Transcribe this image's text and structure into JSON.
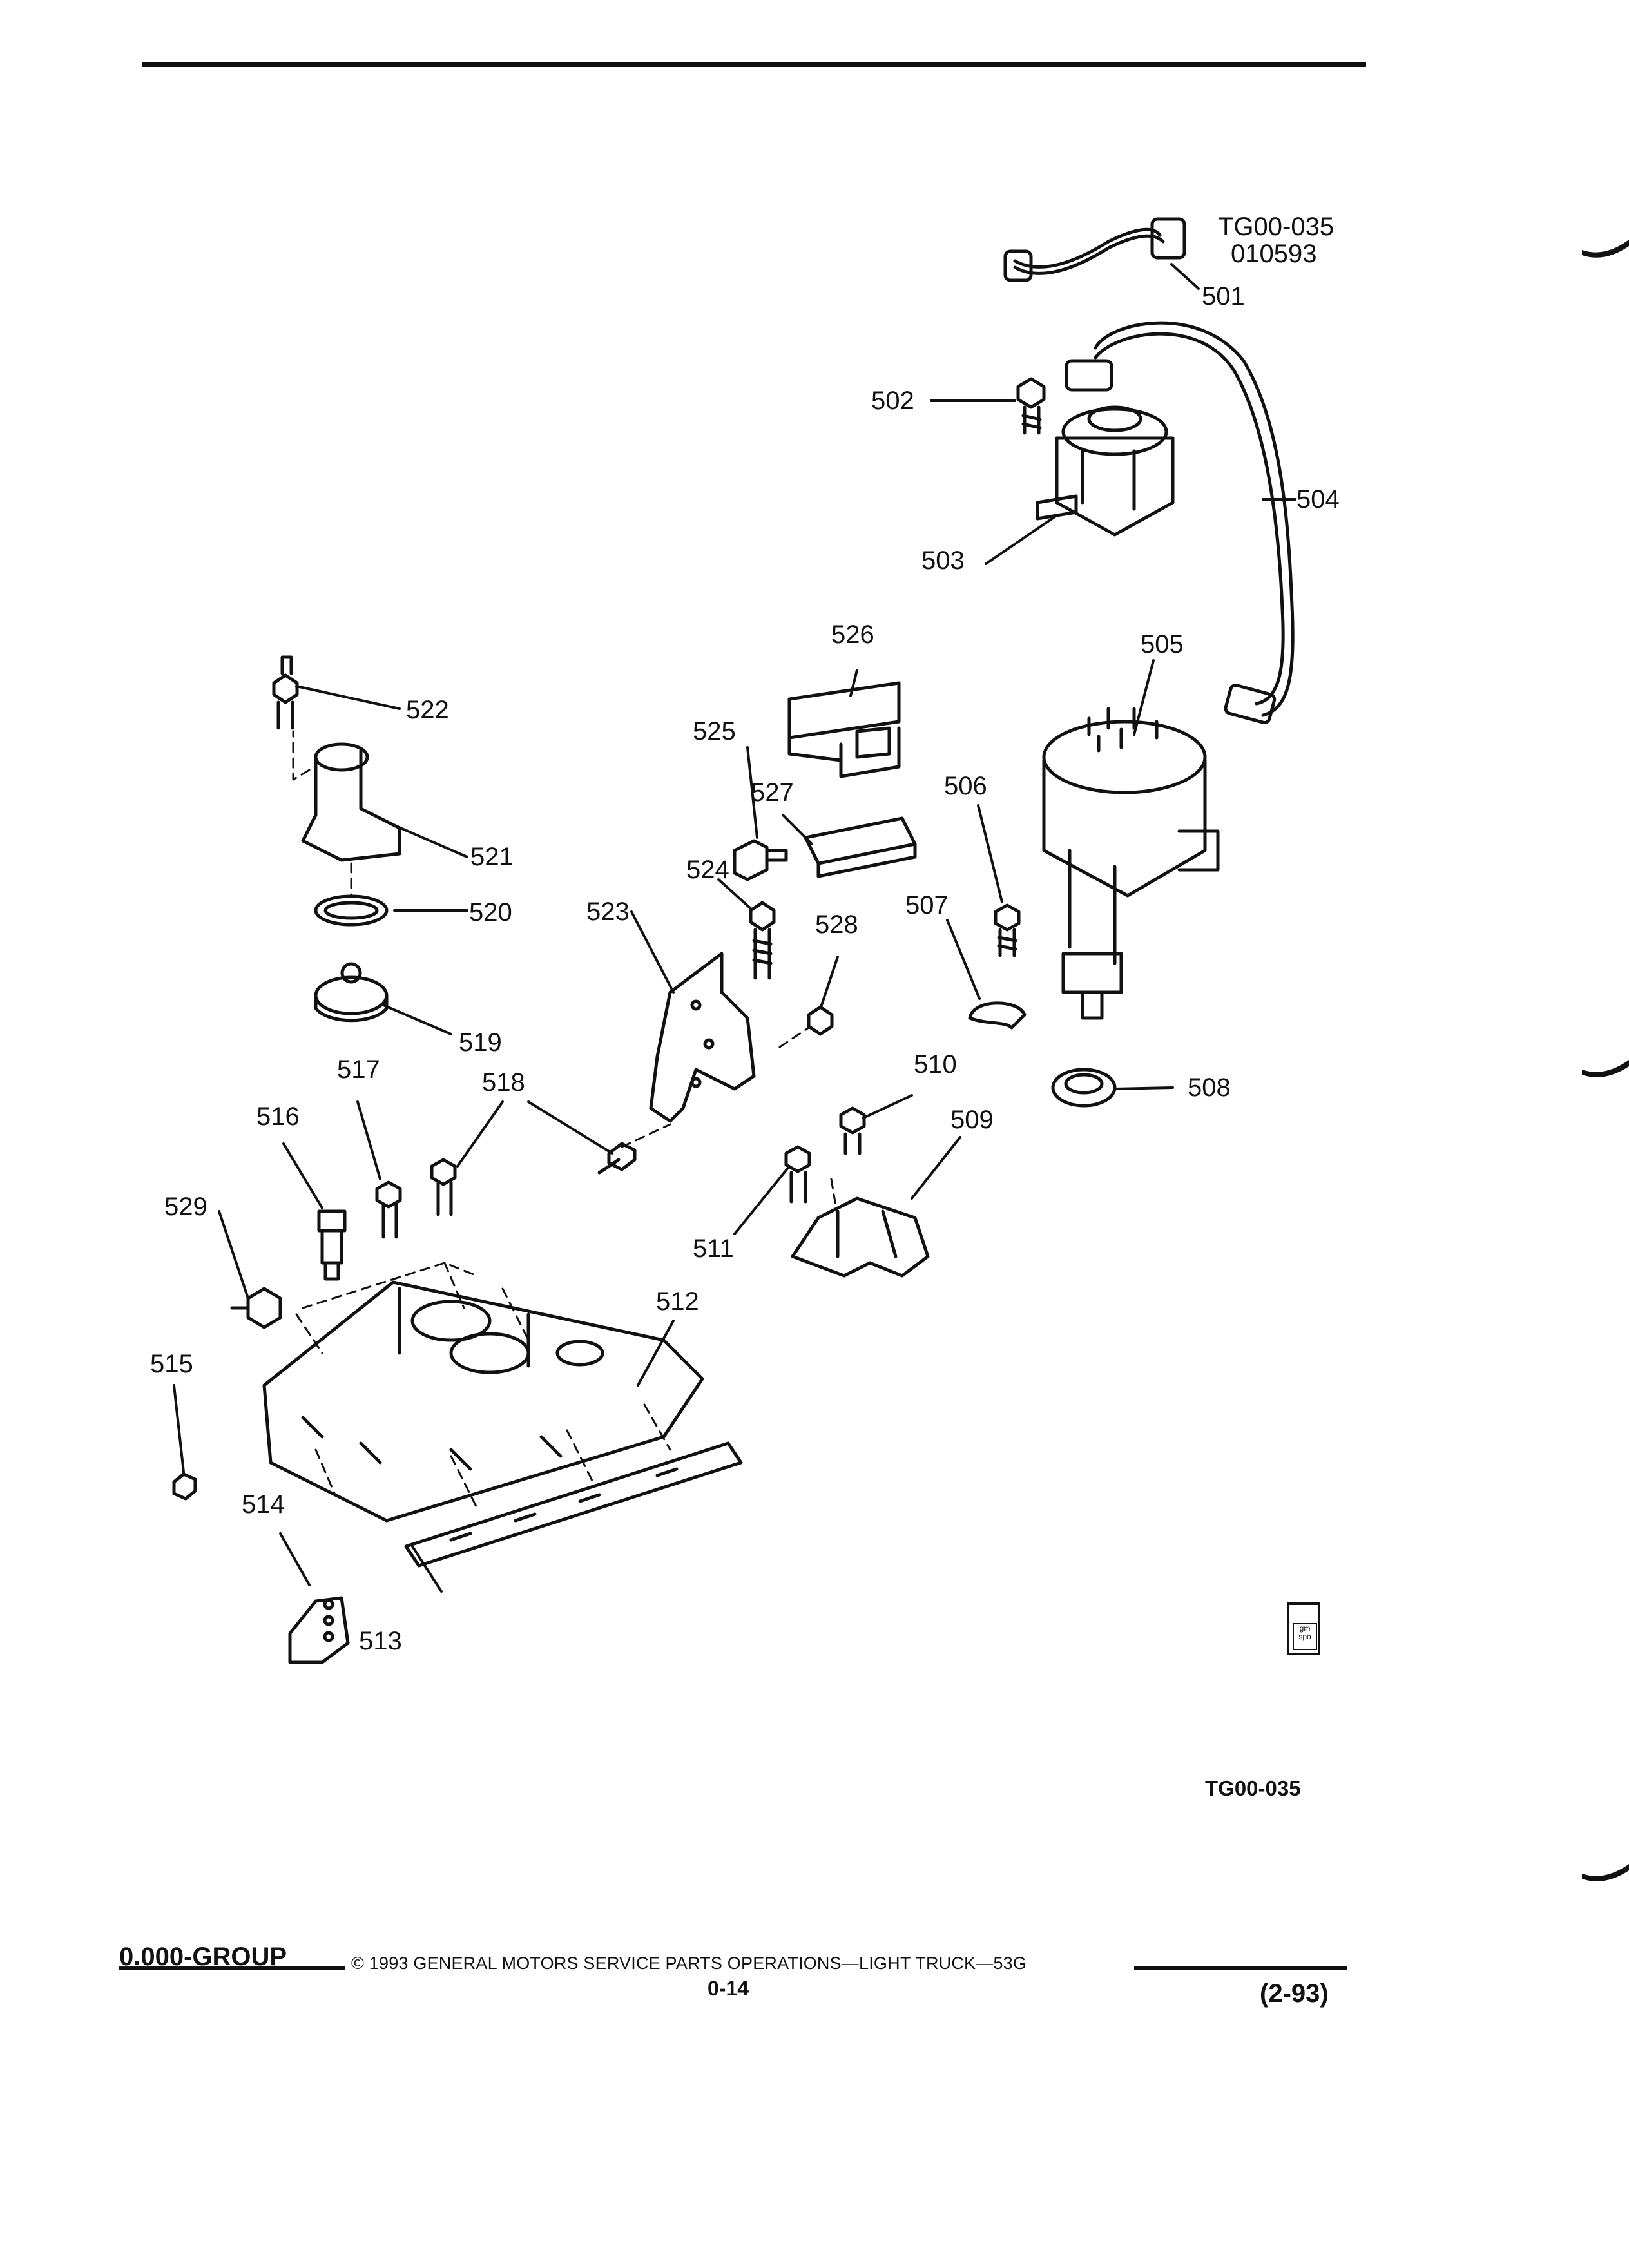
{
  "header": {
    "rule": true
  },
  "diagram": {
    "reference_code": "TG00-035",
    "reference_date": "010593",
    "reference_code_bottom": "TG00-035",
    "callouts": [
      {
        "id": "501",
        "text": "501"
      },
      {
        "id": "502",
        "text": "502"
      },
      {
        "id": "503",
        "text": "503"
      },
      {
        "id": "504",
        "text": "504"
      },
      {
        "id": "505",
        "text": "505"
      },
      {
        "id": "506",
        "text": "506"
      },
      {
        "id": "507",
        "text": "507"
      },
      {
        "id": "508",
        "text": "508"
      },
      {
        "id": "509",
        "text": "509"
      },
      {
        "id": "510",
        "text": "510"
      },
      {
        "id": "511",
        "text": "511"
      },
      {
        "id": "512",
        "text": "512"
      },
      {
        "id": "513",
        "text": "513"
      },
      {
        "id": "514",
        "text": "514"
      },
      {
        "id": "515",
        "text": "515"
      },
      {
        "id": "516",
        "text": "516"
      },
      {
        "id": "517",
        "text": "517"
      },
      {
        "id": "518",
        "text": "518"
      },
      {
        "id": "519",
        "text": "519"
      },
      {
        "id": "520",
        "text": "520"
      },
      {
        "id": "521",
        "text": "521"
      },
      {
        "id": "522",
        "text": "522"
      },
      {
        "id": "523",
        "text": "523"
      },
      {
        "id": "524",
        "text": "524"
      },
      {
        "id": "525",
        "text": "525"
      },
      {
        "id": "526",
        "text": "526"
      },
      {
        "id": "527",
        "text": "527"
      },
      {
        "id": "528",
        "text": "528"
      },
      {
        "id": "529",
        "text": "529"
      }
    ],
    "logo_text": [
      "gm",
      "spo"
    ]
  },
  "footer": {
    "group": "0.000-GROUP",
    "copyright": "© 1993 GENERAL MOTORS SERVICE PARTS OPERATIONS—LIGHT TRUCK—53G",
    "page": "0-14",
    "revision": "(2-93)"
  }
}
